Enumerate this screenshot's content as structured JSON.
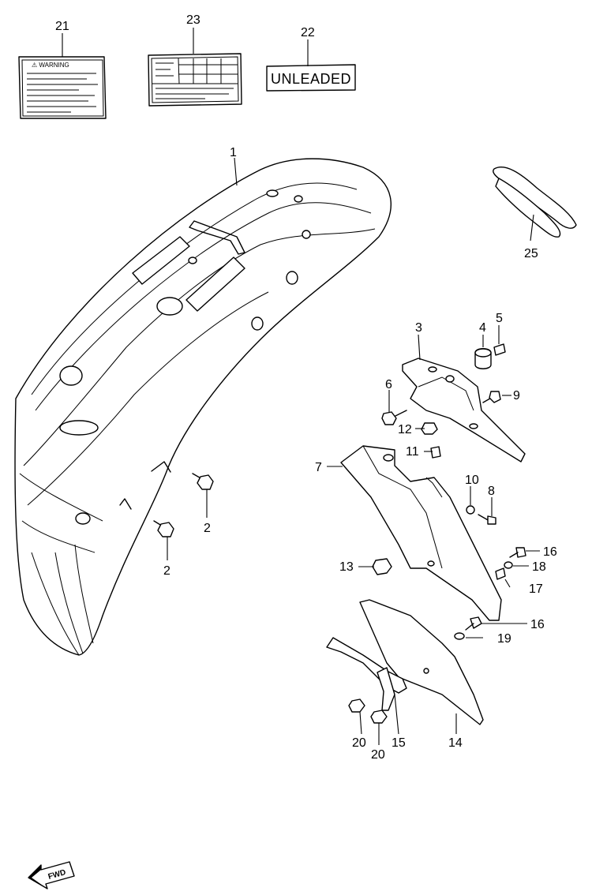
{
  "callouts": [
    {
      "id": "c21",
      "label": "21"
    },
    {
      "id": "c23",
      "label": "23"
    },
    {
      "id": "c22",
      "label": "22"
    },
    {
      "id": "c1",
      "label": "1"
    },
    {
      "id": "c25",
      "label": "25"
    },
    {
      "id": "c3",
      "label": "3"
    },
    {
      "id": "c4",
      "label": "4"
    },
    {
      "id": "c5",
      "label": "5"
    },
    {
      "id": "c6",
      "label": "6"
    },
    {
      "id": "c9",
      "label": "9"
    },
    {
      "id": "c12",
      "label": "12"
    },
    {
      "id": "c11",
      "label": "11"
    },
    {
      "id": "c7",
      "label": "7"
    },
    {
      "id": "c10",
      "label": "10"
    },
    {
      "id": "c8",
      "label": "8"
    },
    {
      "id": "c2a",
      "label": "2"
    },
    {
      "id": "c2b",
      "label": "2"
    },
    {
      "id": "c16a",
      "label": "16"
    },
    {
      "id": "c18",
      "label": "18"
    },
    {
      "id": "c13",
      "label": "13"
    },
    {
      "id": "c17",
      "label": "17"
    },
    {
      "id": "c16b",
      "label": "16"
    },
    {
      "id": "c19",
      "label": "19"
    },
    {
      "id": "c20a",
      "label": "20"
    },
    {
      "id": "c20b",
      "label": "20"
    },
    {
      "id": "c15",
      "label": "15"
    },
    {
      "id": "c14",
      "label": "14"
    }
  ],
  "labels": {
    "warning": "⚠ WARNING",
    "unleaded": "UNLEADED",
    "fwd": "FWD"
  }
}
